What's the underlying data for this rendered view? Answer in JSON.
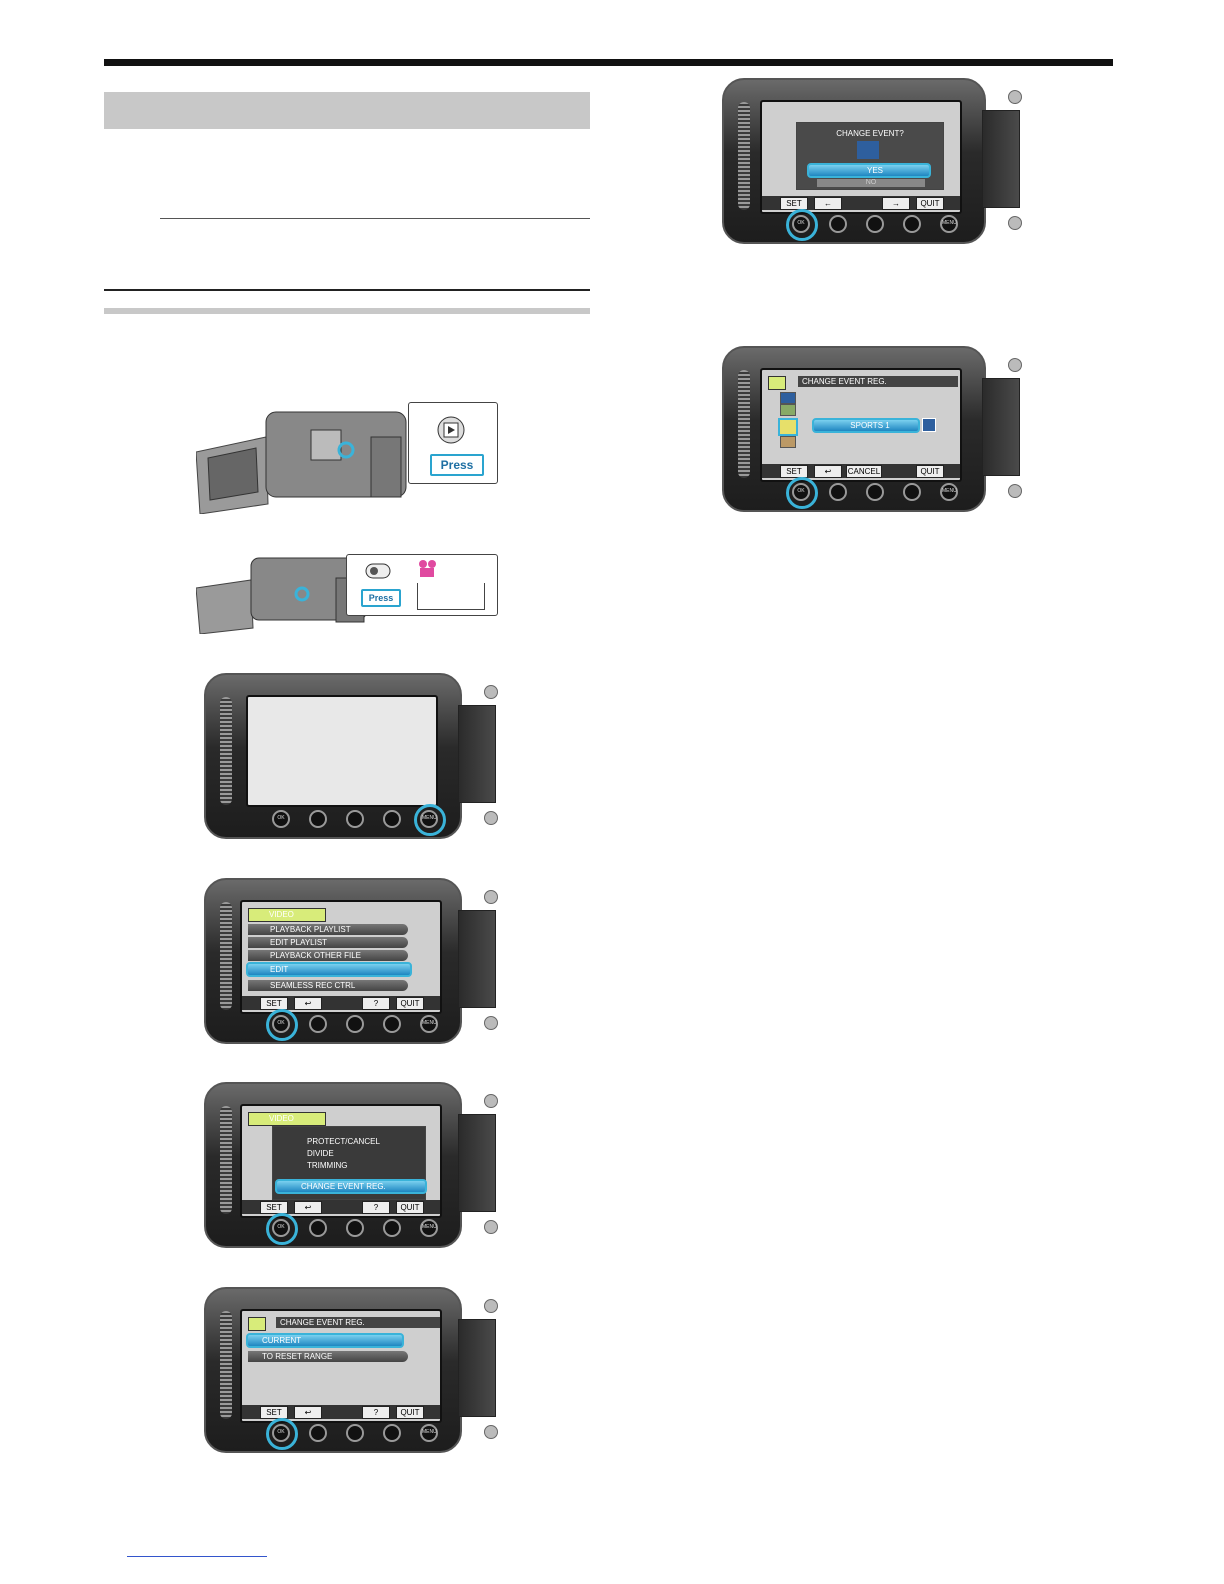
{
  "colors": {
    "accent": "#3ab3d9",
    "menu_tab": "#d8ec7a",
    "section_bar": "#c8c8c8"
  },
  "steps": {
    "s1": {
      "press_label": "Press"
    },
    "s2": {
      "press_label": "Press"
    },
    "s4": {
      "tab": "VIDEO",
      "items": [
        "PLAYBACK PLAYLIST",
        "EDIT PLAYLIST",
        "PLAYBACK OTHER FILE",
        "EDIT",
        "SEAMLESS REC CTRL"
      ],
      "selected": "EDIT",
      "softkeys": [
        "SET",
        "↩",
        "?",
        "QUIT"
      ]
    },
    "s5": {
      "tab": "VIDEO",
      "items": [
        "PROTECT/CANCEL",
        "DIVIDE",
        "TRIMMING",
        "CHANGE EVENT REG."
      ],
      "selected": "CHANGE EVENT REG.",
      "softkeys": [
        "SET",
        "↩",
        "?",
        "QUIT"
      ]
    },
    "s6": {
      "title": "CHANGE EVENT REG.",
      "items": [
        "CURRENT",
        "TO RESET RANGE"
      ],
      "selected": "CURRENT",
      "softkeys": [
        "SET",
        "↩",
        "?",
        "QUIT"
      ]
    },
    "s7": {
      "prompt": "CHANGE EVENT?",
      "yes": "YES",
      "no": "NO",
      "softkeys": [
        "SET",
        "←",
        "→",
        "QUIT"
      ]
    },
    "s8": {
      "title": "CHANGE EVENT REG.",
      "event": "SPORTS 1",
      "softkeys": [
        "SET",
        "↩",
        "CANCEL",
        "QUIT"
      ]
    }
  },
  "button_icons": {
    "ok": "OK",
    "menu": "MENU"
  }
}
